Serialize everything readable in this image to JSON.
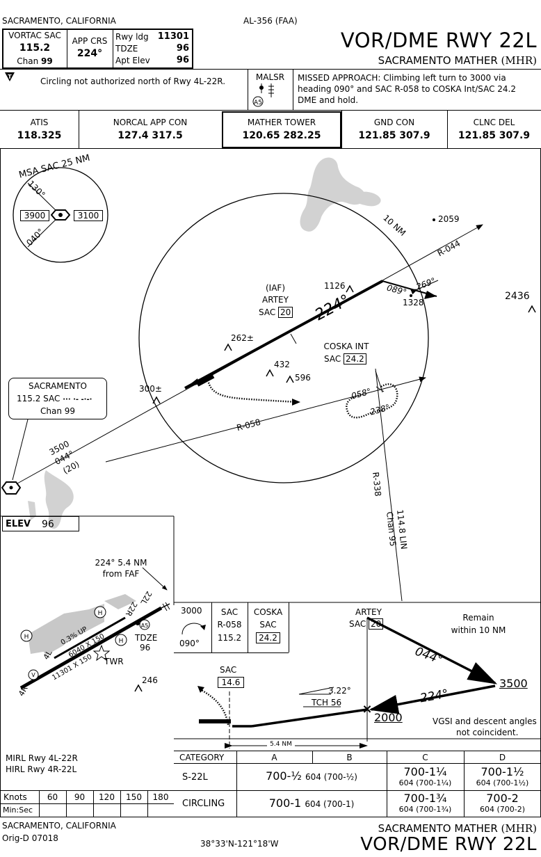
{
  "header": {
    "location_top": "SACRAMENTO, CALIFORNIA",
    "chart_id": "AL-356 (FAA)",
    "title": "VOR/DME RWY 22L",
    "airport": "SACRAMENTO MATHER",
    "airport_code": "(MHR)"
  },
  "briefing": {
    "vortac_label": "VORTAC SAC",
    "vortac_freq": "115.2",
    "chan_label": "Chan",
    "chan_num": "99",
    "app_crs_label": "APP CRS",
    "app_crs": "224°",
    "rwy_ldg_label": "Rwy ldg",
    "rwy_ldg": "11301",
    "tdze_label": "TDZE",
    "tdze": "96",
    "apt_elev_label": "Apt Elev",
    "apt_elev": "96",
    "note_symbol": "T",
    "circling_note": "Circling not authorized north of Rwy 4L-22R.",
    "lighting": "MALSR",
    "lighting_code": "A5",
    "missed_approach": "MISSED APPROACH: Climbing left turn to 3000 via heading 090° and SAC R-058 to COSKA Int/SAC 24.2 DME and hold."
  },
  "comms": [
    {
      "name": "ATIS",
      "freq": "118.325"
    },
    {
      "name": "NORCAL APP CON",
      "freq": "127.4  317.5"
    },
    {
      "name": "MATHER TOWER",
      "freq": "120.65  282.25"
    },
    {
      "name": "GND CON",
      "freq": "121.85  307.9"
    },
    {
      "name": "CLNC DEL",
      "freq": "121.85  307.9"
    }
  ],
  "msa": {
    "title": "MSA SAC 25 NM",
    "bearing_1": "130°",
    "bearing_2": "040°",
    "alt_left": "3900",
    "alt_right": "3100"
  },
  "plan": {
    "ring_label": "10 NM",
    "obstacles": [
      "2059",
      "1126",
      "1328",
      "2436",
      "262±",
      "432",
      "596",
      "300±"
    ],
    "radial_044": "R-044",
    "radial_058": "R-058",
    "radial_338": "R-338",
    "lin": "114.8 LIN",
    "lin_chan": "Chan 95",
    "hdg_089": "089°",
    "hdg_269": "269°",
    "hdg_058": "058°",
    "hdg_238": "238°",
    "final_course": "224°",
    "iaf_label": "(IAF)",
    "iaf_name": "ARTEY",
    "iaf_sac": "SAC",
    "iaf_dme": "20",
    "coska_name": "COSKA INT",
    "coska_sac": "SAC",
    "coska_dme": "24.2",
    "nav_name": "SACRAMENTO",
    "nav_freq": "115.2  SAC",
    "nav_morse": "···  ·-  -·-·",
    "nav_chan": "Chan 99",
    "feeder_alt": "3500",
    "feeder_crs": "044°",
    "feeder_dist": "(20)"
  },
  "airport_diagram": {
    "elev_label": "ELEV",
    "elev": "96",
    "faf_note_1": "224° 5.4 NM",
    "faf_note_2": "from FAF",
    "rwy_dims_1": "6040 X 150",
    "rwy_dims_2": "11301 X 150",
    "gradient": "0.3% UP",
    "rwy_4r": "4R",
    "rwy_4l": "4L",
    "rwy_22r": "22R",
    "rwy_22l": "22L",
    "tdze_label": "TDZE",
    "tdze": "96",
    "twr": "TWR",
    "obstacle": "246",
    "mirl": "MIRL Rwy 4L-22R",
    "hirl": "HIRL Rwy 4R-22L",
    "lights_code": "A5"
  },
  "speed_table": {
    "knots_label": "Knots",
    "minsec_label": "Min:Sec",
    "speeds": [
      "60",
      "90",
      "120",
      "150",
      "180"
    ]
  },
  "profile": {
    "hold_alt": "3000",
    "hold_hdg": "090°",
    "sac_label": "SAC",
    "r058": "R-058",
    "freq": "115.2",
    "coska": "COSKA",
    "coska_sac": "SAC",
    "coska_dme": "24.2",
    "artey": "ARTEY",
    "artey_sac": "SAC",
    "artey_dme": "20",
    "remain_1": "Remain",
    "remain_2": "within 10 NM",
    "crs_044": "044°",
    "crs_224": "224°",
    "pt_alt": "3500",
    "faf_alt": "2000",
    "sdf_sac": "SAC",
    "sdf_dme": "14.6",
    "gs_angle": "3.22°",
    "tch": "TCH 56",
    "dist": "5.4 NM",
    "vgsi_1": "VGSI and descent angles",
    "vgsi_2": "not coincident."
  },
  "minimums": {
    "headers": [
      "CATEGORY",
      "A",
      "B",
      "C",
      "D"
    ],
    "rows": [
      {
        "name": "S-22L",
        "ab_main": "700-½",
        "ab_sub": "604 (700-½)",
        "c_main": "700-1¼",
        "c_sub": "604 (700-1¼)",
        "d_main": "700-1½",
        "d_sub": "604 (700-1½)"
      },
      {
        "name": "CIRCLING",
        "ab_main": "700-1",
        "ab_sub": "604 (700-1)",
        "c_main": "700-1¾",
        "c_sub": "604 (700-1¾)",
        "d_main": "700-2",
        "d_sub": "604 (700-2)"
      }
    ]
  },
  "footer": {
    "location": "SACRAMENTO, CALIFORNIA",
    "orig": "Orig-D  07018",
    "coords": "38°33'N-121°18'W",
    "airport": "SACRAMENTO MATHER",
    "airport_code": "(MHR)",
    "title": "VOR/DME RWY 22L"
  },
  "colors": {
    "ink": "#000000",
    "water": "#d2d2d2"
  }
}
